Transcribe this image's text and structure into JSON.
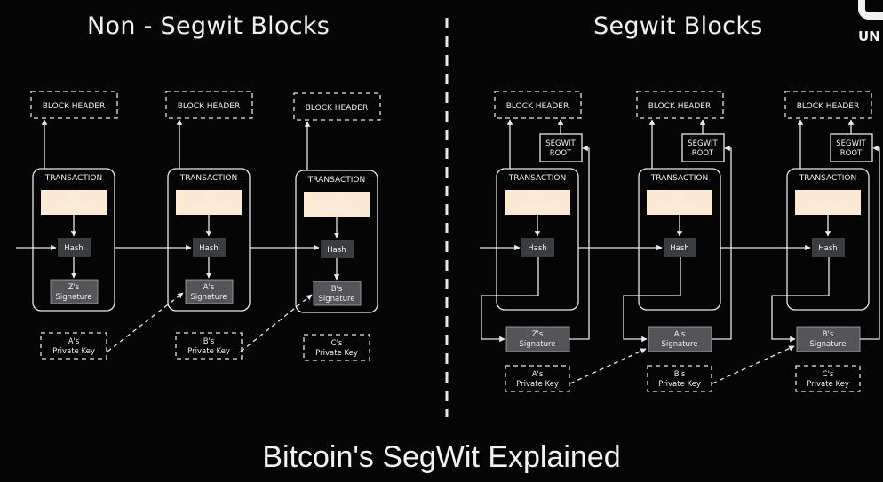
{
  "titles": {
    "left": "Non - Segwit Blocks",
    "right": "Segwit Blocks",
    "bottom": "Bitcoin's SegWit Explained"
  },
  "logo": {
    "text": "UN"
  },
  "labels": {
    "block_header": "BLOCK HEADER",
    "transaction": "TRANSACTION",
    "hash": "Hash",
    "segwit_root": [
      "SEGWIT",
      "ROOT"
    ],
    "public_key": "Public Key",
    "signature": "Signature",
    "private_key": "Private Key"
  },
  "non_segwit_blocks": [
    {
      "owner": "A's",
      "signature_owner": "Z's",
      "private_key_owner": "A's"
    },
    {
      "owner": "B's",
      "signature_owner": "A's",
      "private_key_owner": "B's"
    },
    {
      "owner": "C's",
      "signature_owner": "B's",
      "private_key_owner": "C's"
    }
  ],
  "segwit_blocks": [
    {
      "owner": "A's",
      "signature_owner": "Z's",
      "private_key_owner": "A's"
    },
    {
      "owner": "B's",
      "signature_owner": "A's",
      "private_key_owner": "B's"
    },
    {
      "owner": "C's",
      "signature_owner": "B's",
      "private_key_owner": "C's"
    }
  ],
  "colors": {
    "background": "#050505",
    "line": "#e8e8e8",
    "public_key_fill": "#fbe9d4",
    "public_key_text": "#222222",
    "hash_fill": "#3a3d3f",
    "signature_fill": "#555459"
  }
}
